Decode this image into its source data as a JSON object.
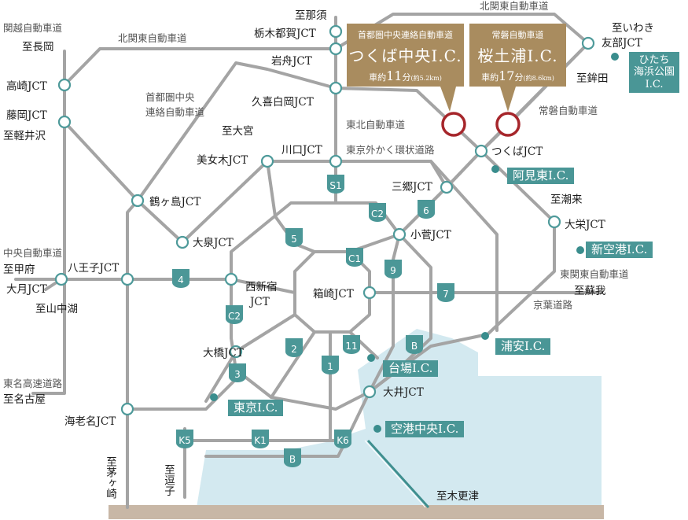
{
  "labels": {
    "shi_nasu": "至那須",
    "tochigitsuga_jct": "栃木都賀JCT",
    "iwafune_jct": "岩舟JCT",
    "kuki_shiraoka_jct": "久喜白岡JCT",
    "tohoku_exp": "東北自動車道",
    "kita_kanto_exp_left": "北関東自動車道",
    "kita_kanto_exp_right": "北関東自動車道",
    "kanetsu_exp": "関越自動車道",
    "shi_nagaoka": "至長岡",
    "takasaki_jct": "高崎JCT",
    "fujioka_jct": "藤岡JCT",
    "shi_karuizawa": "至軽井沢",
    "kenodo_line1": "首都圏中央",
    "kenodo_line2": "連絡自動車道",
    "shi_omiya": "至大宮",
    "bijogi_jct": "美女木JCT",
    "kawaguchi_jct": "川口JCT",
    "gaikan": "東京外かく環状道路",
    "tsurugashima_jct": "鶴ヶ島JCT",
    "oizumi_jct": "大泉JCT",
    "chuo_exp": "中央自動車道",
    "shi_kofu": "至甲府",
    "hachioji_jct": "八王子JCT",
    "otsuki_jct": "大月JCT",
    "shi_yamanakako": "至山中湖",
    "nishishinjuku_1": "西新宿",
    "nishishinjuku_2": "JCT",
    "hakozaki_jct": "箱崎JCT",
    "ohashi_jct": "大橋JCT",
    "tomei_exp": "東名高速道路",
    "shi_nagoya": "至名古屋",
    "ebina_jct": "海老名JCT",
    "shi_chigasaki": "至茅ヶ崎",
    "shi_zushi": "至逗子",
    "oi_jct": "大井JCT",
    "shi_kisarazu": "至木更津",
    "misato_jct": "三郷JCT",
    "kosuge_jct": "小菅JCT",
    "tsukuba_jct": "つくばJCT",
    "shi_iwaki": "至いわき",
    "tomobe_jct": "友部JCT",
    "shi_hokota": "至鉾田",
    "joban_exp": "常磐自動車道",
    "kita_kanto_top": "北関東自動車道",
    "shi_chorai": "至潮来",
    "ohigashi_jct": "大栄JCT",
    "higashi_kanto_exp": "東関東自動車道",
    "shi_soga": "至蘇我",
    "keiyo_road": "京葉道路"
  },
  "ic_labels": {
    "hitachi": [
      "ひたち",
      "海浜公園",
      "I.C."
    ],
    "ami_higashi": "阿見東I.C.",
    "shinkuko": "新空港I.C.",
    "urayasu": "浦安I.C.",
    "daiba": "台場I.C.",
    "tokyo": "東京I.C.",
    "kuko_chuo": "空港中央I.C."
  },
  "routes": {
    "s1": "S1",
    "c2_north": "C2",
    "c2_west": "C2",
    "r6": "6",
    "r5": "5",
    "c1": "C1",
    "r4": "4",
    "r9": "9",
    "r7": "7",
    "r2": "2",
    "r11": "11",
    "rb_north": "B",
    "r1": "1",
    "r3": "3",
    "k5": "K5",
    "k1": "K1",
    "k6": "K6",
    "rb_south": "B"
  },
  "callouts": {
    "tsukuba": {
      "road": "首都圏中央連絡自動車道",
      "ic": "つくば中央I.C.",
      "time_prefix": "車約",
      "minutes": "11",
      "minute_unit": "分",
      "distance": "(約5.2km)"
    },
    "sakuratsuchiura": {
      "road": "常磐自動車道",
      "ic": "桜土浦I.C.",
      "time_prefix": "車約",
      "minutes": "17",
      "minute_unit": "分",
      "distance": "(約8.6km)"
    }
  },
  "colors": {
    "road": "#a4a4a4",
    "accent_teal": "#4a9696",
    "callout_gold": "#a98c5f",
    "marker_red": "#a6262b",
    "sea": "#d3e9f0",
    "ground": "#c8b7a6"
  }
}
